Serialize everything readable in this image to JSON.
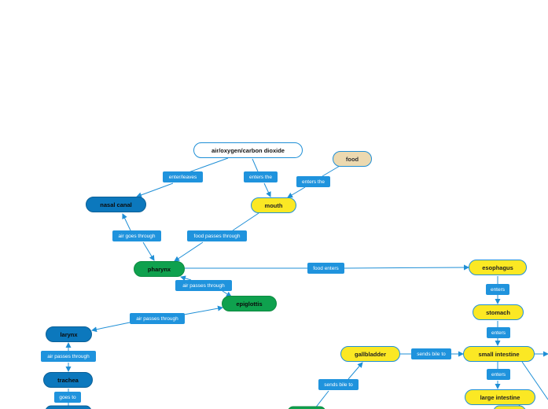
{
  "nodes": {
    "air": "air/oxygen/carbon dioxide",
    "food": "food",
    "nasal_canal": "nasal canal",
    "mouth": "mouth",
    "pharynx": "pharynx",
    "epiglottis": "epiglottis",
    "larynx": "larynx",
    "trachea": "trachea",
    "esophagus": "esophagus",
    "stomach": "stomach",
    "gallbladder": "gallbladder",
    "small_intestine": "small intestine",
    "large_intestine": "large intestine"
  },
  "links": {
    "enter_leaves": "enter/leaves",
    "enters_the_air": "enters the",
    "enters_the_food": "enters the",
    "air_goes_through": "air goes through",
    "food_passes_through": "food passes through",
    "food_enters": "food enters",
    "air_passes_through_1": "air passes through",
    "air_passes_through_2": "air passes through",
    "air_passes_through_3": "air passes through",
    "goes_to": "goes to",
    "enters_1": "enters",
    "enters_2": "enters",
    "enters_3": "enters",
    "sends_bile_to_1": "sends bile to",
    "sends_bile_to_2": "sends bile to"
  },
  "colors": {
    "edge": "#1f8fd6",
    "label_bg": "#1f93dd",
    "yellow_node": "#fbe824",
    "blue_node": "#0c78bd",
    "green_node": "#0fa14e",
    "food_node": "#ecd9b0"
  }
}
